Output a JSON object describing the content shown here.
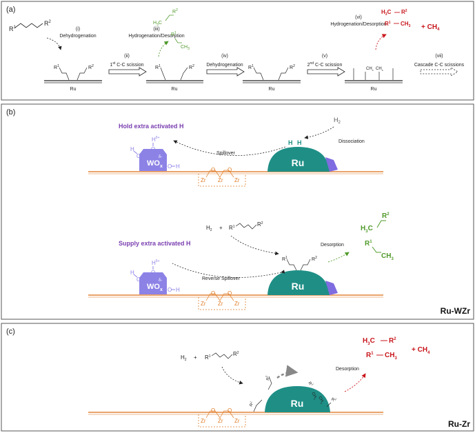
{
  "panel_a": {
    "label": "(a)",
    "reactant_r1": "R",
    "reactant_r1_sup": "1",
    "reactant_r2": "R",
    "reactant_r2_sup": "2",
    "step_i_num": "(i)",
    "step_i": "Dehydrogenation",
    "step_ii_num": "(ii)",
    "step_ii_pre": "1",
    "step_ii_sup": "st",
    "step_ii_post": " C-C scission",
    "step_iii_num": "(iii)",
    "step_iii": "Hydrogenation/Desorption",
    "step_iv_num": "(iv)",
    "step_iv": "Dehydrogenation",
    "step_v_num": "(v)",
    "step_v_pre": "2",
    "step_v_sup": "nd",
    "step_v_post": " C-C scission",
    "step_vi_num": "(vi)",
    "step_vi": "Hydrogenation/Desorption",
    "step_vii_num": "(vii)",
    "step_vii": "Cascade C-C scissions",
    "surface": "Ru",
    "ch_x": "CH",
    "ch_x_sub": "x",
    "green_h3c": "H",
    "green_h3c_sub": "3",
    "green_h3c_c": "C",
    "green_r2": "R",
    "green_r2_sup": "2",
    "green_r1": "R",
    "green_r1_sup": "1",
    "green_ch3": "CH",
    "green_ch3_sub": "3",
    "red_h3c": "H",
    "red_h3c_sub": "3",
    "red_h3c_c": "C",
    "red_r2": "R",
    "red_r2_sup": "2",
    "red_r1": "R",
    "red_r1_sup": "1",
    "red_ch3": "CH",
    "red_ch3_sub": "3",
    "red_ch4": "+ CH",
    "red_ch4_sub": "4"
  },
  "panel_b": {
    "label": "(b)",
    "hold_text": "Hold extra activated H",
    "supply_text": "Supply extra activated H",
    "spillover": "Spillover",
    "reverse_spillover": "Reverse Spillover",
    "dissociation": "Dissociation",
    "desorption": "Desorption",
    "h2": "H",
    "h2_sub": "2",
    "ru": "Ru",
    "wox": "WO",
    "wox_sub": "x",
    "wox_sup": "δ-",
    "h": "H",
    "h_sup": "δ+",
    "o": "O",
    "zr": "Zr",
    "plus": "+",
    "r1": "R",
    "r1_sup": "1",
    "r2": "R",
    "r2_sup": "2",
    "green_h3c": "H",
    "green_h3c_sub": "3",
    "green_h3c_c": "C",
    "green_r2": "R",
    "green_r2_sup": "2",
    "green_r1": "R",
    "green_r1_sup": "1",
    "green_ch3": "CH",
    "green_ch3_sub": "3",
    "catalyst": "Ru-WZr"
  },
  "panel_c": {
    "label": "(c)",
    "h2": "H",
    "h2_sub": "2",
    "plus": "+",
    "r1": "R",
    "r1_sup": "1",
    "r2": "R",
    "r2_sup": "2",
    "ru": "Ru",
    "zr": "Zr",
    "o": "O",
    "ch": "CH",
    "ch_sub": "x",
    "desorption": "Desorption",
    "red_h3c": "H",
    "red_h3c_sub": "3",
    "red_h3c_c": "C",
    "red_r2": "R",
    "red_r2_sup": "2",
    "red_r1": "R",
    "red_r1_sup": "1",
    "red_ch3": "CH",
    "red_ch3_sub": "3",
    "red_ch4": "+ CH",
    "red_ch4_sub": "4",
    "catalyst": "Ru-Zr"
  },
  "colors": {
    "green": "#4f9a2a",
    "red": "#c8151b",
    "teal": "#1f8f86",
    "purple": "#7f6ce0",
    "orange": "#e07a22",
    "text": "#222222"
  }
}
